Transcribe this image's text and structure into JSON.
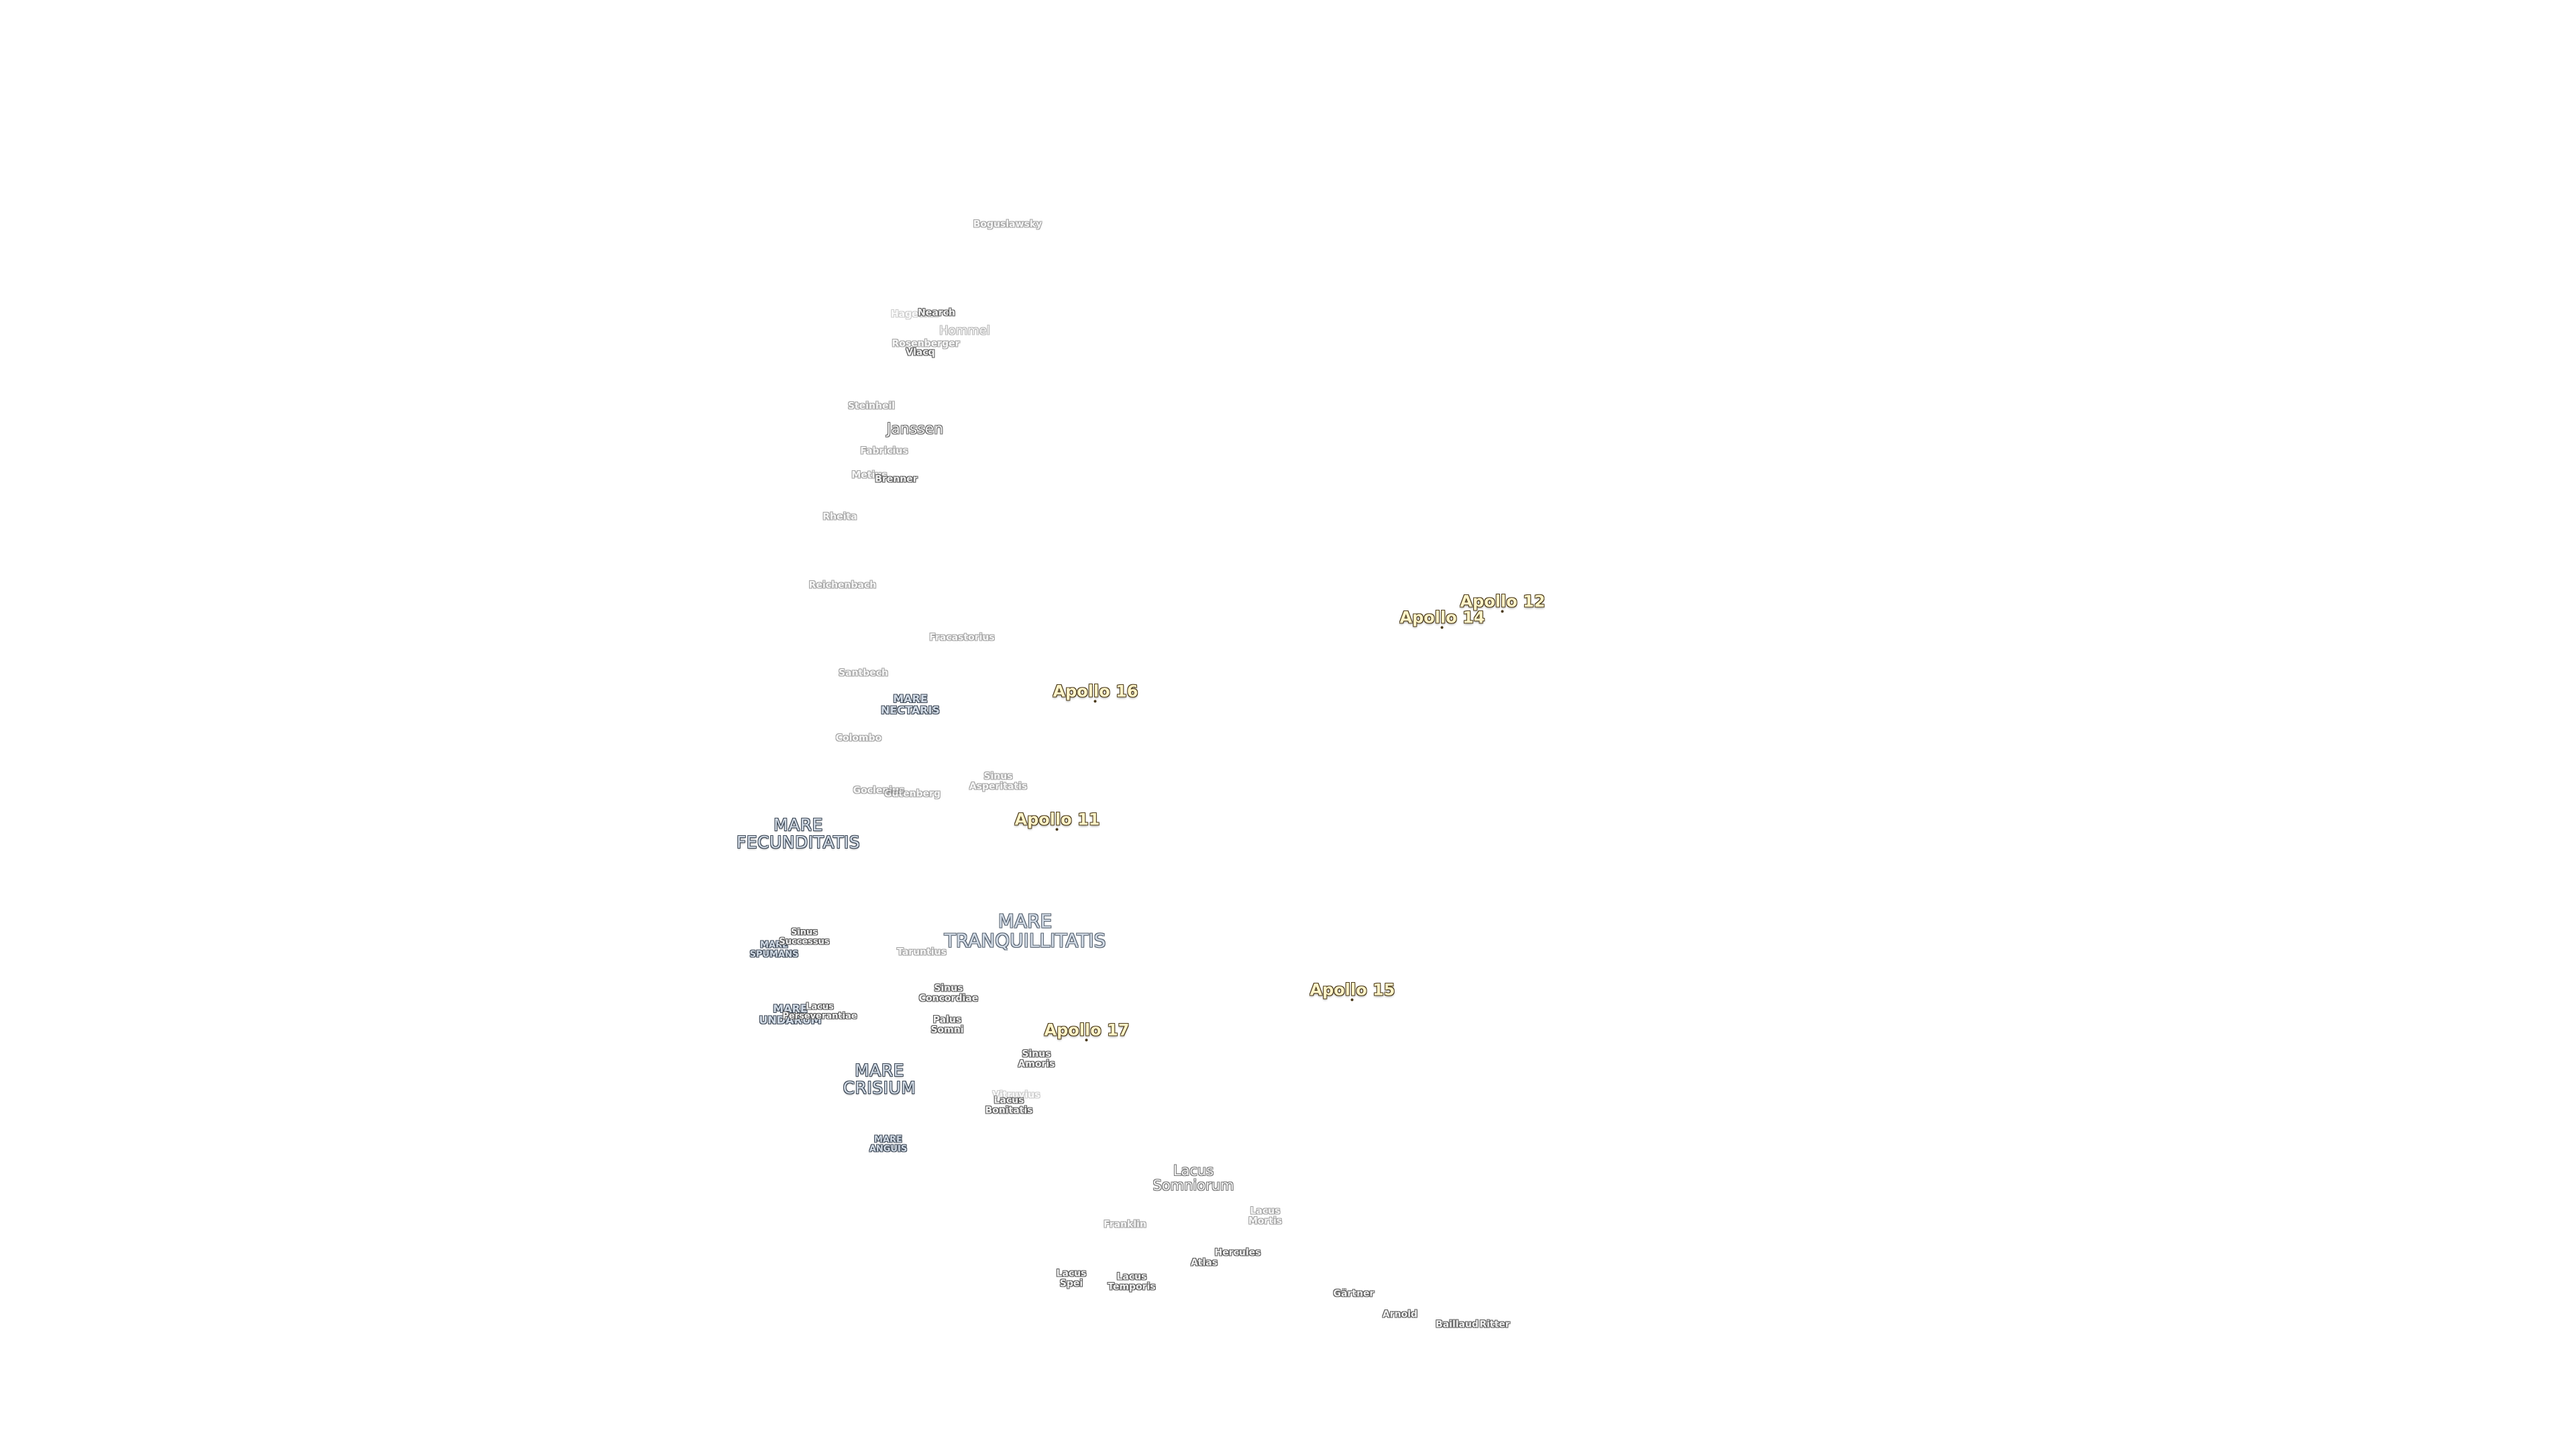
{
  "colors": {
    "background": "#ffffff",
    "mare_text": "#d2dbe6",
    "mare_outline": "#3b4654",
    "crater_text": "#f2f2f2",
    "crater_outline": "#555555",
    "apollo_text": "#fff4c8",
    "apollo_outline": "#4a3a1a"
  },
  "apollo": {
    "a12": "Apollo 12",
    "a14": "Apollo 14",
    "a16": "Apollo 16",
    "a11": "Apollo 11",
    "a15": "Apollo 15",
    "a17": "Apollo 17"
  },
  "maria": {
    "nectaris": [
      "MARE",
      "NECTARIS"
    ],
    "fecunditatis": [
      "MARE",
      "FECUNDITATIS"
    ],
    "tranquillitatis": [
      "MARE",
      "TRANQUILLITATIS"
    ],
    "spumans": [
      "MARE",
      "SPUMANS"
    ],
    "undarum": [
      "MARE",
      "UNDARUM"
    ],
    "crisium": [
      "MARE",
      "CRISIUM"
    ],
    "anguis": [
      "MARE",
      "ANGUIS"
    ]
  },
  "features": {
    "sinus_asperitatis": [
      "Sinus",
      "Asperitatis"
    ],
    "sinus_successus": [
      "Sinus",
      "Successus"
    ],
    "sinus_concordiae": [
      "Sinus",
      "Concordiae"
    ],
    "palus_somni": [
      "Palus",
      "Somni"
    ],
    "sinus_amoris": [
      "Sinus",
      "Amoris"
    ],
    "lacus_perseverantiae": [
      "Lacus",
      "Perseverantiae"
    ],
    "lacus_bonitatis": [
      "Lacus",
      "Bonitatis"
    ],
    "lacus_somniorum": [
      "Lacus",
      "Somniorum"
    ],
    "lacus_mortis": [
      "Lacus",
      "Mortis"
    ],
    "lacus_spei": [
      "Lacus",
      "Spei"
    ],
    "lacus_temporis": [
      "Lacus",
      "Temporis"
    ]
  },
  "craters": {
    "boguslawsky": "Boguslawsky",
    "hagecius": "Hagecius",
    "nearch": "Nearch",
    "hommel": "Hommel",
    "rosenberger": "Rosenberger",
    "vlacq": "Vlacq",
    "steinheil": "Steinheil",
    "janssen": "Janssen",
    "fabricius": "Fabricius",
    "brenner": "Brenner",
    "metius": "Metius",
    "rheita": "Rheita",
    "reichenbach": "Reichenbach",
    "fracastorius": "Fracastorius",
    "santbech": "Santbech",
    "colombo": "Colombo",
    "goclenius": "Goclenius",
    "gutenberg": "Gutenberg",
    "taruntius": "Taruntius",
    "vitruvius": "Vitruvius",
    "franklin": "Franklin",
    "hercules": "Hercules",
    "atlas": "Atlas",
    "gartner": "Gärtner",
    "arnold": "Arnold",
    "baillaud": "Baillaud",
    "ritter": "Ritter"
  }
}
